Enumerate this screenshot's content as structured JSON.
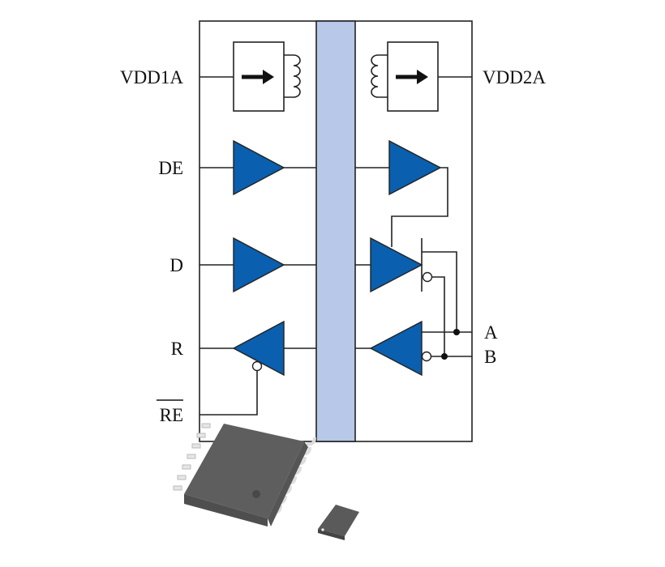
{
  "diagram": {
    "pins_left": {
      "vdd1": "VDD1A",
      "de": "DE",
      "d": "D",
      "r": "R",
      "re": "RE"
    },
    "pins_right": {
      "vdd2": "VDD2A",
      "a": "A",
      "b": "B"
    },
    "colors": {
      "buffer": "#0a5fae",
      "isolation_barrier": "#b8c8e8",
      "package": "#5a5a5a"
    },
    "icons": [
      "dc-dc-transformer",
      "buffer-triangle",
      "ic-package-soic16",
      "ic-package-lga"
    ]
  }
}
